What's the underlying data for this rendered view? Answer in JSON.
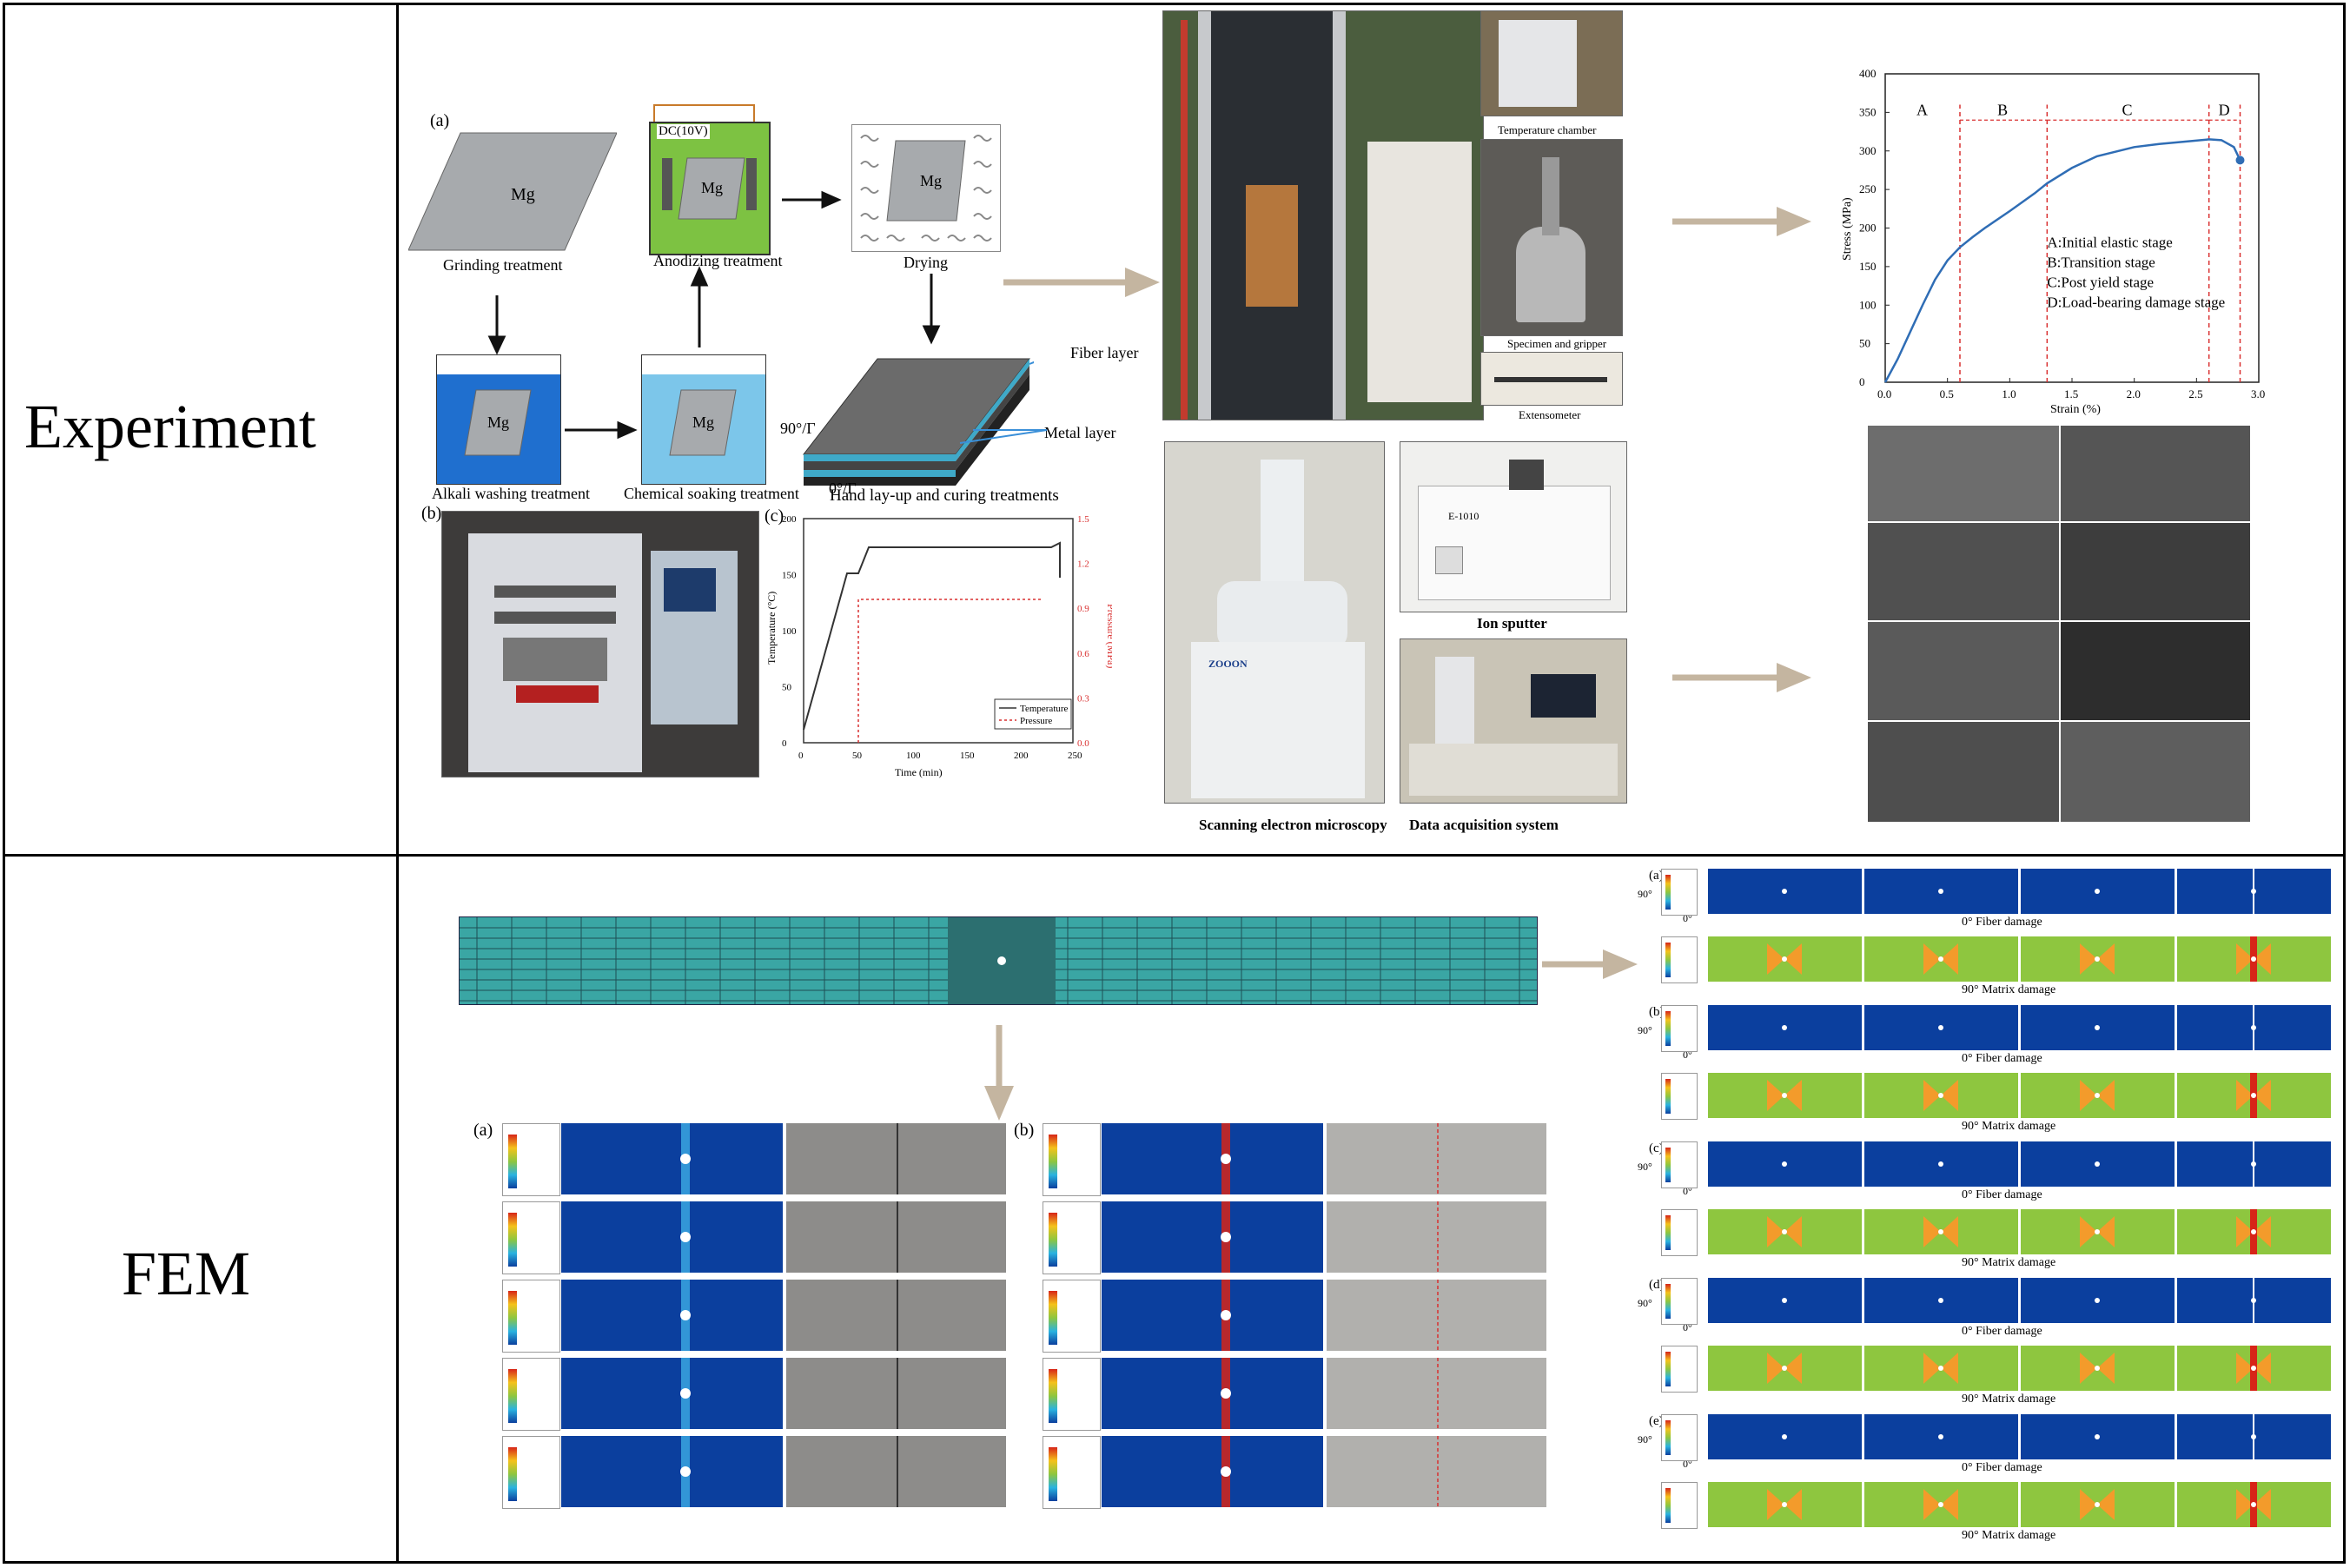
{
  "rows": {
    "experiment": "Experiment",
    "fem": "FEM"
  },
  "prep": {
    "panel_a": "(a)",
    "panel_b": "(b)",
    "panel_c": "(c)",
    "mg": "Mg",
    "dc": "DC(10V)",
    "grinding": "Grinding treatment",
    "anodizing": "Anodizing treatment",
    "drying": "Drying",
    "alkali": "Alkali washing treatment",
    "chemical": "Chemical soaking treatment",
    "layup": "Hand lay-up and curing treatments",
    "fiber_layer": "Fiber layer",
    "metal_layer": "Metal layer",
    "angle_90": "90°/Γ",
    "angle_0": "0°/Γ"
  },
  "cure_chart": {
    "ylabel": "Temperature (°C)",
    "y2label": "Pressure (MPa)",
    "xlabel": "Time (min)",
    "x_ticks": [
      "0",
      "50",
      "100",
      "150",
      "200",
      "250"
    ],
    "y_ticks": [
      "0",
      "50",
      "100",
      "150",
      "200"
    ],
    "y2_ticks": [
      "0.0",
      "0.3",
      "0.6",
      "0.9",
      "1.2",
      "1.5"
    ],
    "legend_temp": "Temperature",
    "legend_pres": "Pressure"
  },
  "equipment": {
    "temp_chamber": "Temperature chamber",
    "specimen": "Specimen and gripper",
    "extensometer": "Extensometer",
    "ion_sputter": "Ion sputter",
    "sem": "Scanning electron microscopy",
    "daq": "Data  acquisition system",
    "brand": "ZOOON",
    "model": "E-1010"
  },
  "chart_data": {
    "type": "line",
    "xlabel": "Strain (%)",
    "ylabel": "Stress (MPa)",
    "xlim": [
      0,
      3.0
    ],
    "ylim": [
      0,
      400
    ],
    "x_ticks": [
      "0.0",
      "0.5",
      "1.0",
      "1.5",
      "2.0",
      "2.5",
      "3.0"
    ],
    "y_ticks": [
      "0",
      "50",
      "100",
      "150",
      "200",
      "250",
      "300",
      "350",
      "400"
    ],
    "x": [
      0.0,
      0.1,
      0.2,
      0.3,
      0.4,
      0.5,
      0.6,
      0.7,
      0.8,
      1.0,
      1.2,
      1.3,
      1.5,
      1.7,
      2.0,
      2.2,
      2.4,
      2.6,
      2.7,
      2.8,
      2.85
    ],
    "y": [
      0,
      30,
      65,
      100,
      133,
      158,
      175,
      188,
      200,
      222,
      245,
      258,
      278,
      293,
      305,
      309,
      312,
      315,
      314,
      305,
      288
    ],
    "stage_bounds": [
      0.6,
      1.3,
      2.6,
      2.85
    ],
    "stages": [
      "A",
      "B",
      "C",
      "D"
    ],
    "annotations": [
      "A:Initial elastic stage",
      "B:Transition stage",
      "C:Post yield stage",
      "D:Load-bearing damage stage"
    ],
    "line_color": "#2f6db5",
    "marker_color": "#d93030"
  },
  "fem": {
    "panel_a": "(a)",
    "panel_b": "(b)",
    "results": [
      {
        "label": "(a)",
        "fiber": "0° Fiber damage",
        "matrix": "90° Matrix damage"
      },
      {
        "label": "(b)",
        "fiber": "0° Fiber damage",
        "matrix": "90° Matrix damage"
      },
      {
        "label": "(c)",
        "fiber": "0° Fiber damage",
        "matrix": "90° Matrix damage"
      },
      {
        "label": "(d)",
        "fiber": "0° Fiber damage",
        "matrix": "90° Matrix damage"
      },
      {
        "label": "(e)",
        "fiber": "0° Fiber damage",
        "matrix": "90° Matrix damage"
      }
    ],
    "axis_90": "90°",
    "axis_0": "0°"
  },
  "colors": {
    "arrow": "#c4b5a0",
    "mesh": "#3aa6a4",
    "fem_blue": "#0b3f9e",
    "fem_green": "#8ec63f",
    "fem_red": "#d72518"
  }
}
